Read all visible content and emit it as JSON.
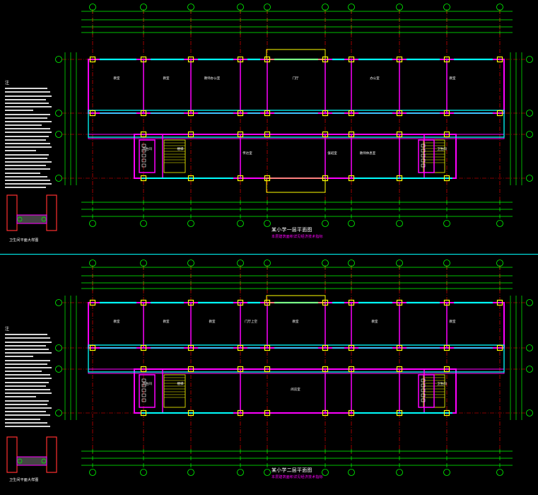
{
  "drawing": {
    "background": "#000000",
    "colors": {
      "grid_line": "#00ff00",
      "axis_line": "#ff0000",
      "wall": "#ff00ff",
      "window": "#00ffff",
      "column": "#ffff00",
      "text": "#ffffff",
      "separator": "#00ffff",
      "detail": "#ff3030"
    }
  },
  "plans": [
    {
      "key": "upper",
      "caption": "某小学一层平面图",
      "caption_sub": "本层建筑面积详见经济技术指标",
      "notes_title": "注",
      "rooms": [
        "教室",
        "教室",
        "教师办公室",
        "门厅",
        "办公室",
        "教室",
        "楼梯",
        "卫生间",
        "卫生间",
        "传达室",
        "值班室",
        "教师休息室"
      ]
    },
    {
      "key": "lower",
      "caption": "某小学二层平面图",
      "caption_sub": "本层建筑面积详见经济技术指标",
      "notes_title": "注",
      "rooms": [
        "教室",
        "教室",
        "教室",
        "门厅上空",
        "教室",
        "教室",
        "教室",
        "楼梯",
        "卫生间",
        "卫生间",
        "阅览室"
      ]
    }
  ],
  "details": [
    {
      "label": "卫生间平面大样图"
    },
    {
      "label": "卫生间平面大样图"
    }
  ]
}
